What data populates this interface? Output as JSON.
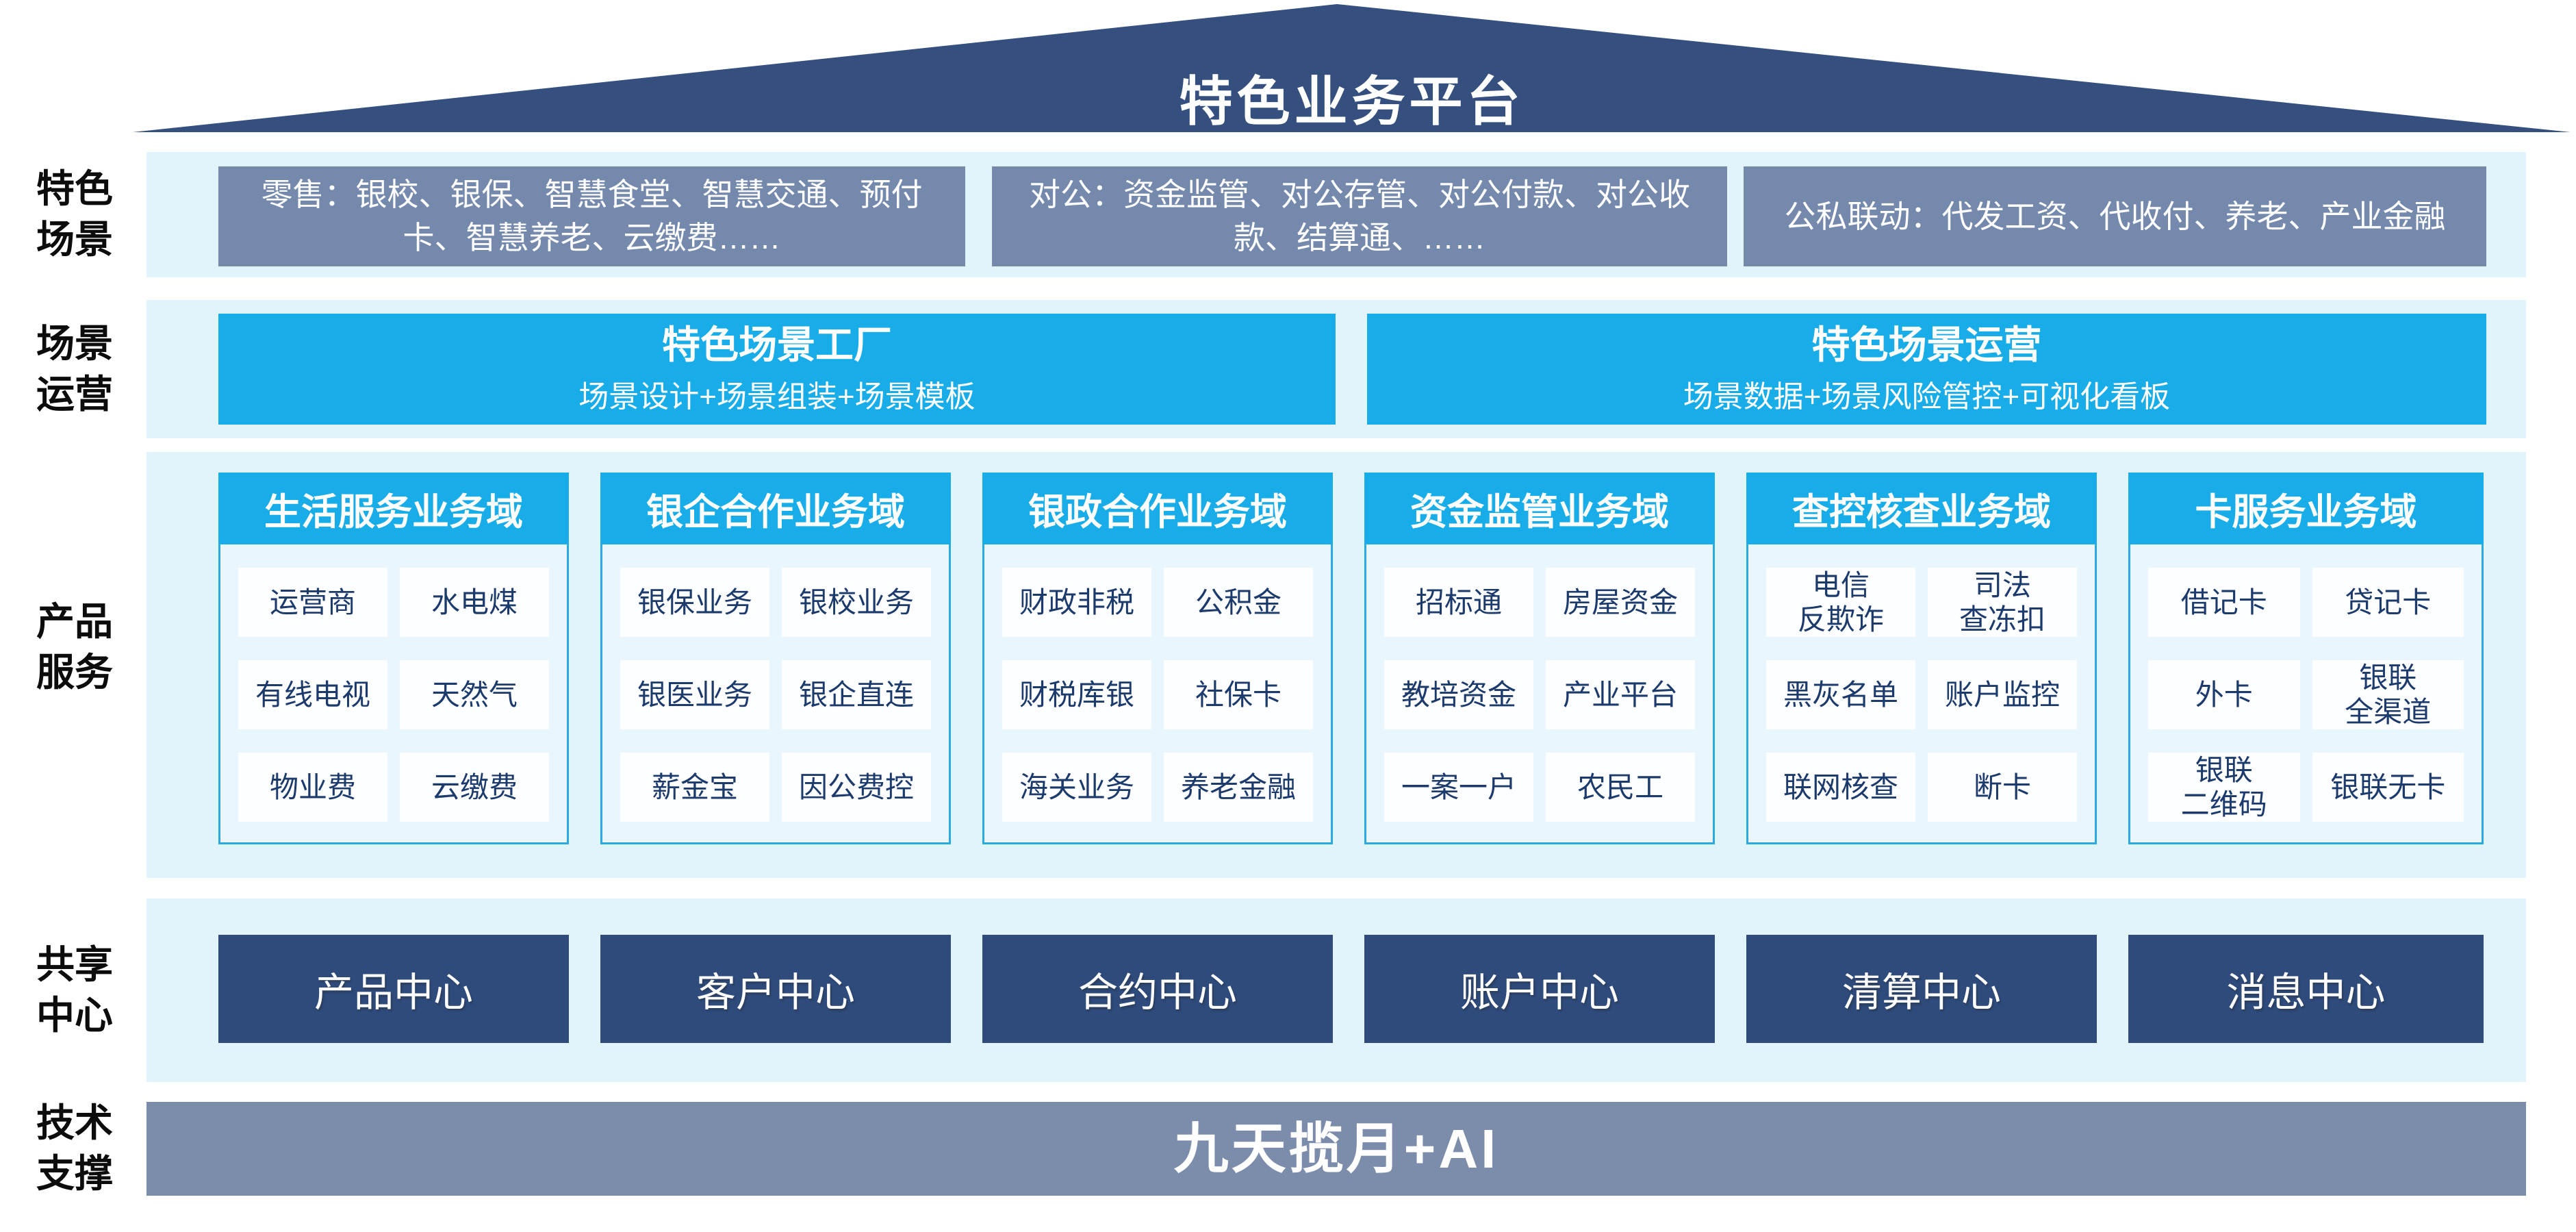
{
  "banner": {
    "title": "特色业务平台"
  },
  "rail": {
    "labels": [
      {
        "text": "特色\n场景"
      },
      {
        "text": "场景\n运营"
      },
      {
        "text": "产品\n服务"
      },
      {
        "text": "共享\n中心"
      },
      {
        "text": "技术\n支撑"
      }
    ]
  },
  "scene_row": {
    "boxes": [
      "零售：银校、银保、智慧食堂、智慧交通、预付卡、智慧养老、云缴费……",
      "对公：资金监管、对公存管、对公付款、对公收款、结算通、……",
      "公私联动：代发工资、代收付、养老、产业金融"
    ]
  },
  "operation_row": {
    "boxes": [
      {
        "title": "特色场景工厂",
        "subtitle": "场景设计+场景组装+场景模板"
      },
      {
        "title": "特色场景运营",
        "subtitle": "场景数据+场景风险管控+可视化看板"
      }
    ]
  },
  "product_row": {
    "columns": [
      {
        "header": "生活服务业务域",
        "cells": [
          "运营商",
          "水电煤",
          "有线电视",
          "天然气",
          "物业费",
          "云缴费"
        ]
      },
      {
        "header": "银企合作业务域",
        "cells": [
          "银保业务",
          "银校业务",
          "银医业务",
          "银企直连",
          "薪金宝",
          "因公费控"
        ]
      },
      {
        "header": "银政合作业务域",
        "cells": [
          "财政非税",
          "公积金",
          "财税库银",
          "社保卡",
          "海关业务",
          "养老金融"
        ]
      },
      {
        "header": "资金监管业务域",
        "cells": [
          "招标通",
          "房屋资金",
          "教培资金",
          "产业平台",
          "一案一户",
          "农民工"
        ]
      },
      {
        "header": "查控核查业务域",
        "cells": [
          "电信\n反欺诈",
          "司法\n查冻扣",
          "黑灰名单",
          "账户监控",
          "联网核查",
          "断卡"
        ]
      },
      {
        "header": "卡服务业务域",
        "cells": [
          "借记卡",
          "贷记卡",
          "外卡",
          "银联\n全渠道",
          "银联\n二维码",
          "银联无卡"
        ]
      }
    ]
  },
  "shared_row": {
    "centers": [
      "产品中心",
      "客户中心",
      "合约中心",
      "账户中心",
      "清算中心",
      "消息中心"
    ]
  },
  "tech_row": {
    "label": "九天揽月+AI"
  },
  "colors": {
    "roof_navy": "#35507e",
    "band_light_blue": "#e1f3fb",
    "scene_slate": "#7489ac",
    "accent_cyan": "#18ace8",
    "cell_text_navy": "#1c3a6c",
    "center_navy": "#2e4b7c",
    "tech_slate": "#7c8cab"
  }
}
